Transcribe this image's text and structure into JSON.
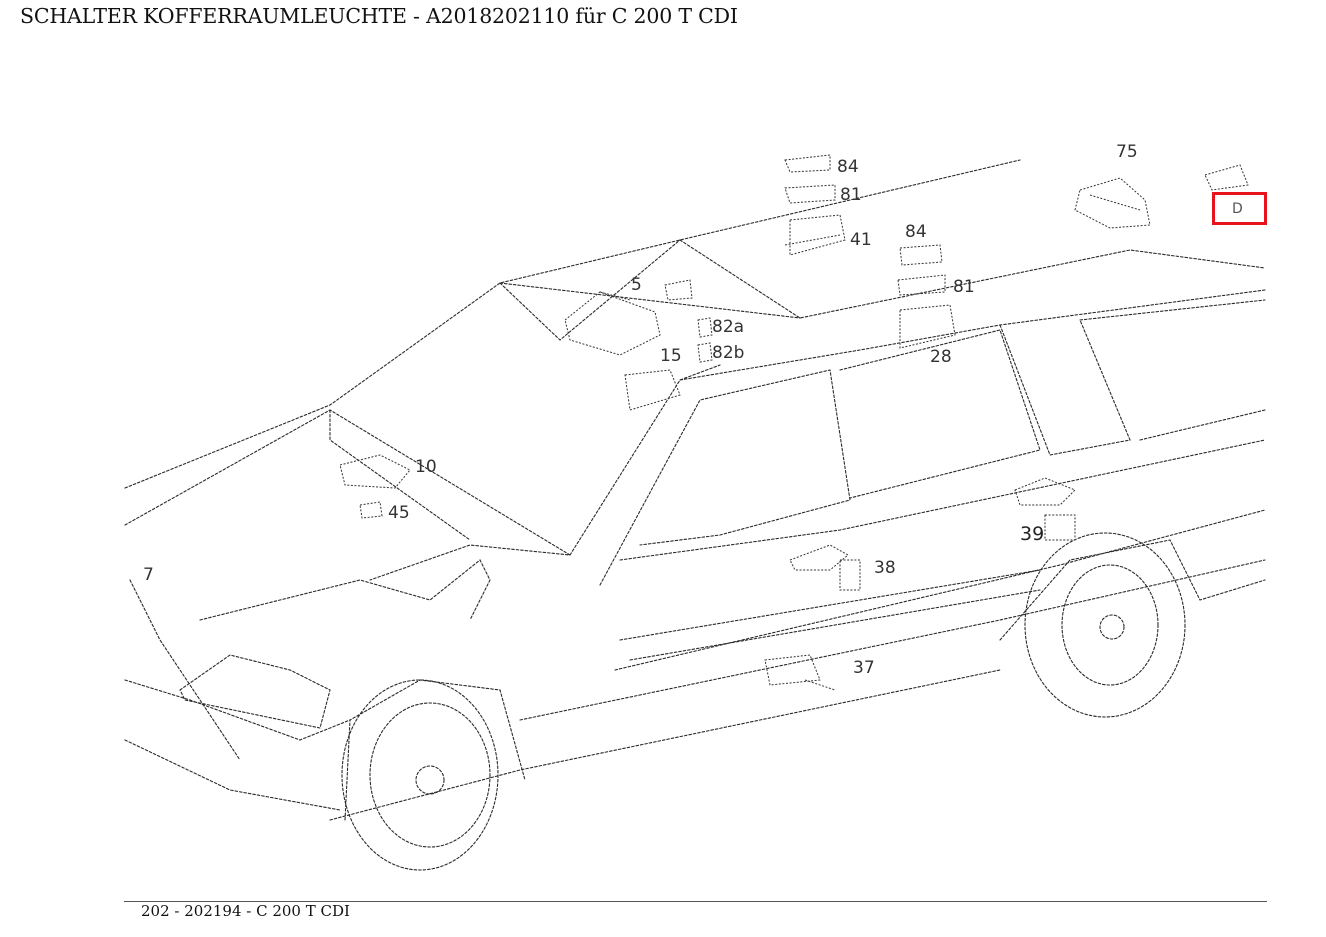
{
  "title": "SCHALTER KOFFERRAUMLEUCHTE - A2018202110 für C 200 T CDI",
  "footer": "202 - 202194 - C 200 T CDI",
  "highlight": {
    "color": "#e8141c",
    "label": "D"
  },
  "callouts": {
    "c75": "75",
    "c84a": "84",
    "c81a": "81",
    "c41": "41",
    "c84b": "84",
    "c81b": "81",
    "c5": "5",
    "c15": "15",
    "c82a": "82a",
    "c82b": "82b",
    "c28": "28",
    "c10": "10",
    "c45": "45",
    "c39": "39",
    "c38": "38",
    "c37": "37",
    "c7": "7"
  }
}
